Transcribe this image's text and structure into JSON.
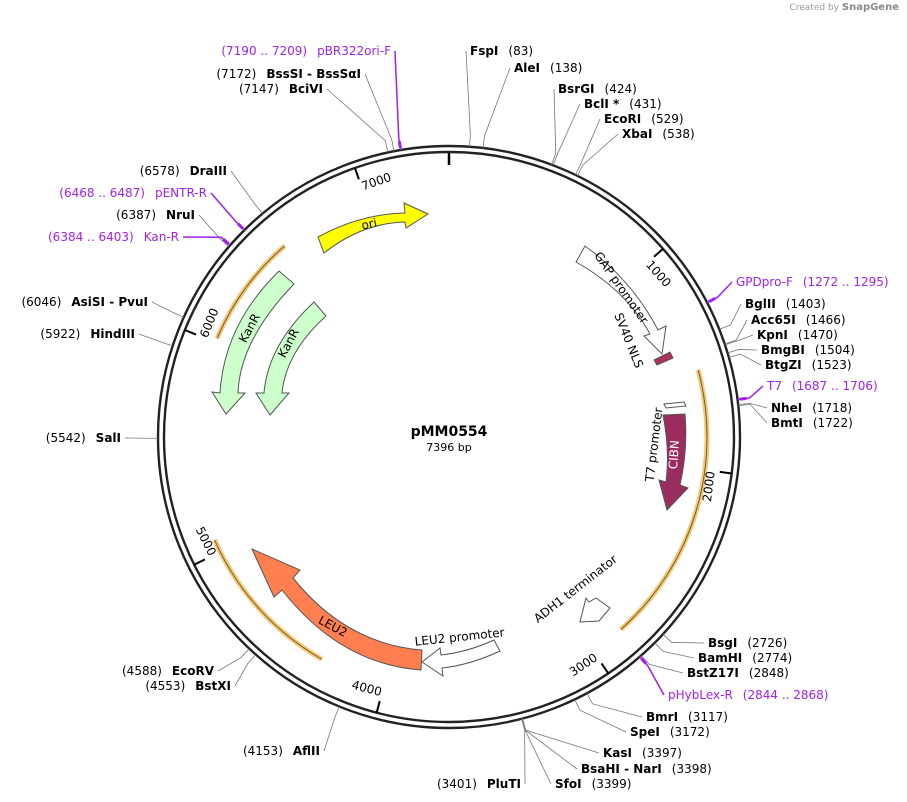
{
  "credit": {
    "prefix": "Created by",
    "brand": "SnapGene"
  },
  "plasmid": {
    "name": "pMM0554",
    "size_label": "7396 bp",
    "length": 7396
  },
  "ticks": [
    {
      "pos": 1000,
      "label": "1000"
    },
    {
      "pos": 2000,
      "label": "2000"
    },
    {
      "pos": 3000,
      "label": "3000"
    },
    {
      "pos": 4000,
      "label": "4000"
    },
    {
      "pos": 5000,
      "label": "5000"
    },
    {
      "pos": 6000,
      "label": "6000"
    },
    {
      "pos": 7000,
      "label": "7000"
    }
  ],
  "sites": [
    {
      "name": "FspI",
      "pos_label": "(83)",
      "pos": 83,
      "side": "right"
    },
    {
      "name": "AleI",
      "pos_label": "(138)",
      "pos": 138,
      "side": "right"
    },
    {
      "name": "BsrGI",
      "pos_label": "(424)",
      "pos": 424,
      "side": "right"
    },
    {
      "name": "BclI *",
      "pos_label": "(431)",
      "pos": 431,
      "side": "right"
    },
    {
      "name": "EcoRI",
      "pos_label": "(529)",
      "pos": 529,
      "side": "right"
    },
    {
      "name": "XbaI",
      "pos_label": "(538)",
      "pos": 538,
      "side": "right"
    },
    {
      "name": "BglII",
      "pos_label": "(1403)",
      "pos": 1403,
      "side": "right"
    },
    {
      "name": "Acc65I",
      "pos_label": "(1466)",
      "pos": 1466,
      "side": "right"
    },
    {
      "name": "KpnI",
      "pos_label": "(1470)",
      "pos": 1470,
      "side": "right"
    },
    {
      "name": "BmgBI",
      "pos_label": "(1504)",
      "pos": 1504,
      "side": "right"
    },
    {
      "name": "BtgZI",
      "pos_label": "(1523)",
      "pos": 1523,
      "side": "right"
    },
    {
      "name": "NheI",
      "pos_label": "(1718)",
      "pos": 1718,
      "side": "right"
    },
    {
      "name": "BmtI",
      "pos_label": "(1722)",
      "pos": 1722,
      "side": "right"
    },
    {
      "name": "BsgI",
      "pos_label": "(2726)",
      "pos": 2726,
      "side": "right"
    },
    {
      "name": "BamHI",
      "pos_label": "(2774)",
      "pos": 2774,
      "side": "right"
    },
    {
      "name": "BstZ17I",
      "pos_label": "(2848)",
      "pos": 2848,
      "side": "right"
    },
    {
      "name": "BmrI",
      "pos_label": "(3117)",
      "pos": 3117,
      "side": "right"
    },
    {
      "name": "SpeI",
      "pos_label": "(3172)",
      "pos": 3172,
      "side": "right"
    },
    {
      "name": "KasI",
      "pos_label": "(3397)",
      "pos": 3397,
      "side": "right"
    },
    {
      "name": "BsaHI  -  NarI",
      "pos_label": "(3398)",
      "pos": 3398,
      "side": "right"
    },
    {
      "name": "SfoI",
      "pos_label": "(3399)",
      "pos": 3399,
      "side": "right"
    },
    {
      "name": "PluTI",
      "pos_label": "(3401)",
      "pos": 3401,
      "side": "left"
    },
    {
      "name": "AflII",
      "pos_label": "(4153)",
      "pos": 4153,
      "side": "left"
    },
    {
      "name": "BstXI",
      "pos_label": "(4553)",
      "pos": 4553,
      "side": "left"
    },
    {
      "name": "EcoRV",
      "pos_label": "(4588)",
      "pos": 4588,
      "side": "left"
    },
    {
      "name": "SalI",
      "pos_label": "(5542)",
      "pos": 5542,
      "side": "left"
    },
    {
      "name": "HindIII",
      "pos_label": "(5922)",
      "pos": 5922,
      "side": "left"
    },
    {
      "name": "AsiSI  -  PvuI",
      "pos_label": "(6046)",
      "pos": 6046,
      "side": "left"
    },
    {
      "name": "NruI",
      "pos_label": "(6387)",
      "pos": 6387,
      "side": "left"
    },
    {
      "name": "DraIII",
      "pos_label": "(6578)",
      "pos": 6578,
      "side": "left"
    },
    {
      "name": "BciVI",
      "pos_label": "(7147)",
      "pos": 7147,
      "side": "left"
    },
    {
      "name": "BssSI  -  BssSαI",
      "pos_label": "(7172)",
      "pos": 7172,
      "side": "left"
    }
  ],
  "primers": [
    {
      "name": "pBR322ori-F",
      "range_label": "(7190 .. 7209)",
      "pos": 7200,
      "side": "left"
    },
    {
      "name": "pENTR-R",
      "range_label": "(6468 .. 6487)",
      "pos": 6478,
      "side": "left"
    },
    {
      "name": "Kan-R",
      "range_label": "(6384 .. 6403)",
      "pos": 6394,
      "side": "left"
    },
    {
      "name": "GPDpro-F",
      "range_label": "(1272 .. 1295)",
      "pos": 1284,
      "side": "right"
    },
    {
      "name": "T7",
      "range_label": "(1687 .. 1706)",
      "pos": 1697,
      "side": "right"
    },
    {
      "name": "pHybLex-R",
      "range_label": "(2844 .. 2868)",
      "pos": 2856,
      "side": "right"
    }
  ],
  "features": [
    {
      "name": "ori",
      "color": "#ffff00",
      "direction": "forward"
    },
    {
      "name": "GAP promoter",
      "color": "#ffffff",
      "direction": "forward"
    },
    {
      "name": "SV40 NLS",
      "color": "#b03060",
      "direction": "forward"
    },
    {
      "name": "T7 promoter",
      "color": "#ffffff",
      "direction": "forward"
    },
    {
      "name": "CIBN",
      "color": "#9b2d5e",
      "direction": "forward"
    },
    {
      "name": "ADH1 terminator",
      "color": "#ffffff",
      "direction": "forward"
    },
    {
      "name": "LEU2 promoter",
      "color": "#ffffff",
      "direction": "reverse"
    },
    {
      "name": "LEU2",
      "color": "#ff7f50",
      "direction": "reverse"
    },
    {
      "name": "KanR",
      "color": "#ccffcc",
      "direction": "reverse"
    },
    {
      "name": "KanR",
      "color": "#ccffcc",
      "direction": "reverse"
    }
  ],
  "colors": {
    "primer": "#a020f0",
    "orf_highlight": "#f4c87a",
    "backbone": "#222222"
  }
}
